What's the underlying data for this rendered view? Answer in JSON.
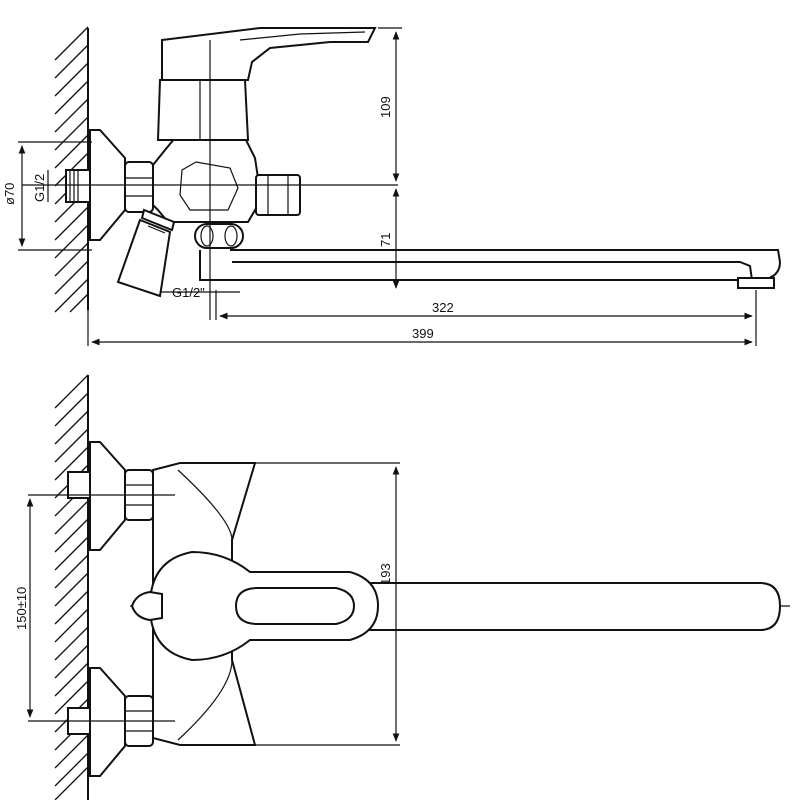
{
  "drawing": {
    "side_view": {
      "dimensions": {
        "diameter": "ø70",
        "thread_upper": "G1/2",
        "thread_lower": "G1/2\"",
        "height_top": "109",
        "height_outlet": "71",
        "spout_reach": "322",
        "overall_length": "399"
      }
    },
    "top_view": {
      "dimensions": {
        "center_distance": "150±10",
        "body_width": "193"
      }
    }
  }
}
